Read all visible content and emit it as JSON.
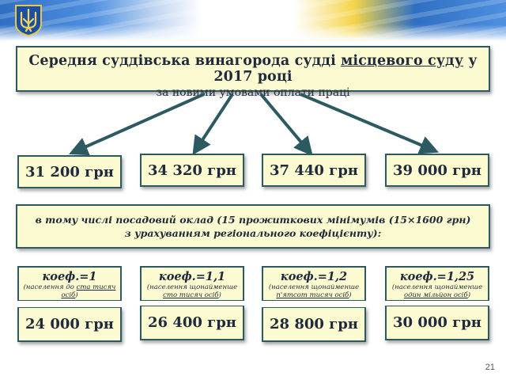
{
  "title": {
    "main_before": "Середня суддівська винагорода судді ",
    "main_underlined": "місцевого суду",
    "main_after": " у 2017 році",
    "subtitle": "за новими умовами оплати праці"
  },
  "amounts": [
    "31 200 грн",
    "34 320 грн",
    "37 440 грн",
    "39 000 грн"
  ],
  "note": {
    "line1": "в тому числі посадовий оклад (15 прожиткових мінімумів (15×1600 грн)",
    "line2": "з урахуванням регіонального коефіцієнту):"
  },
  "coefficients": [
    {
      "title": "коеф.=1",
      "note_before": "(населення до ",
      "note_underlined": "ста тисяч осіб",
      "note_after": ")",
      "amount": "24 000 грн"
    },
    {
      "title": "коеф.=1,1",
      "note_before": "(населення щонайменше ",
      "note_underlined": "сто тисяч осіб",
      "note_after": ")",
      "amount": "26 400 грн"
    },
    {
      "title": "коеф.=1,2",
      "note_before": "(населення щонайменше ",
      "note_underlined": "п'ятсот тисяч осіб",
      "note_after": ")",
      "amount": "28 800 грн"
    },
    {
      "title": "коеф.=1,25",
      "note_before": "(населення щонайменше ",
      "note_underlined": "один мільйон осіб",
      "note_after": ")",
      "amount": "30 000 грн"
    }
  ],
  "page_number": "21",
  "colors": {
    "box_fill": "#fbfad0",
    "box_border": "#2d5a61",
    "arrow": "#2d5a61",
    "text": "#1f2a3a"
  },
  "icons": {
    "emblem": "ukraine-trident-emblem-icon"
  }
}
